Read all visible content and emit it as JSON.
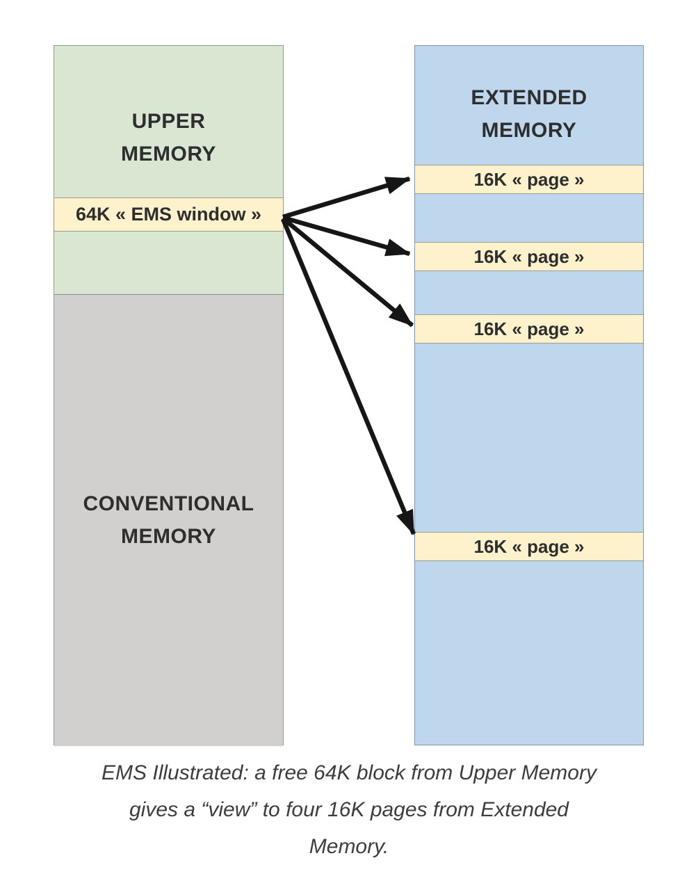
{
  "diagram": {
    "left_column": {
      "upper_memory_label": "UPPER\nMEMORY",
      "ems_window_label": "64K « EMS window »",
      "conventional_memory_label": "CONVENTIONAL\nMEMORY"
    },
    "right_column": {
      "title": "EXTENDED\nMEMORY",
      "page_labels": [
        "16K « page »",
        "16K « page »",
        "16K « page »",
        "16K « page »"
      ]
    },
    "colors": {
      "upper_memory_fill": "#d9e7d2",
      "ems_window_fill": "#fdf2cc",
      "conventional_memory_fill": "#d2cfcf",
      "extended_memory_fill": "#bed7ed",
      "page_band_fill": "#fdf2cc",
      "arrow": "#161616",
      "label_text": "#2e2e2e"
    }
  },
  "caption": {
    "lines": [
      "EMS Illustrated: a free 64K block from Upper Memory",
      "gives a “view” to four 16K pages from Extended",
      "Memory."
    ]
  }
}
